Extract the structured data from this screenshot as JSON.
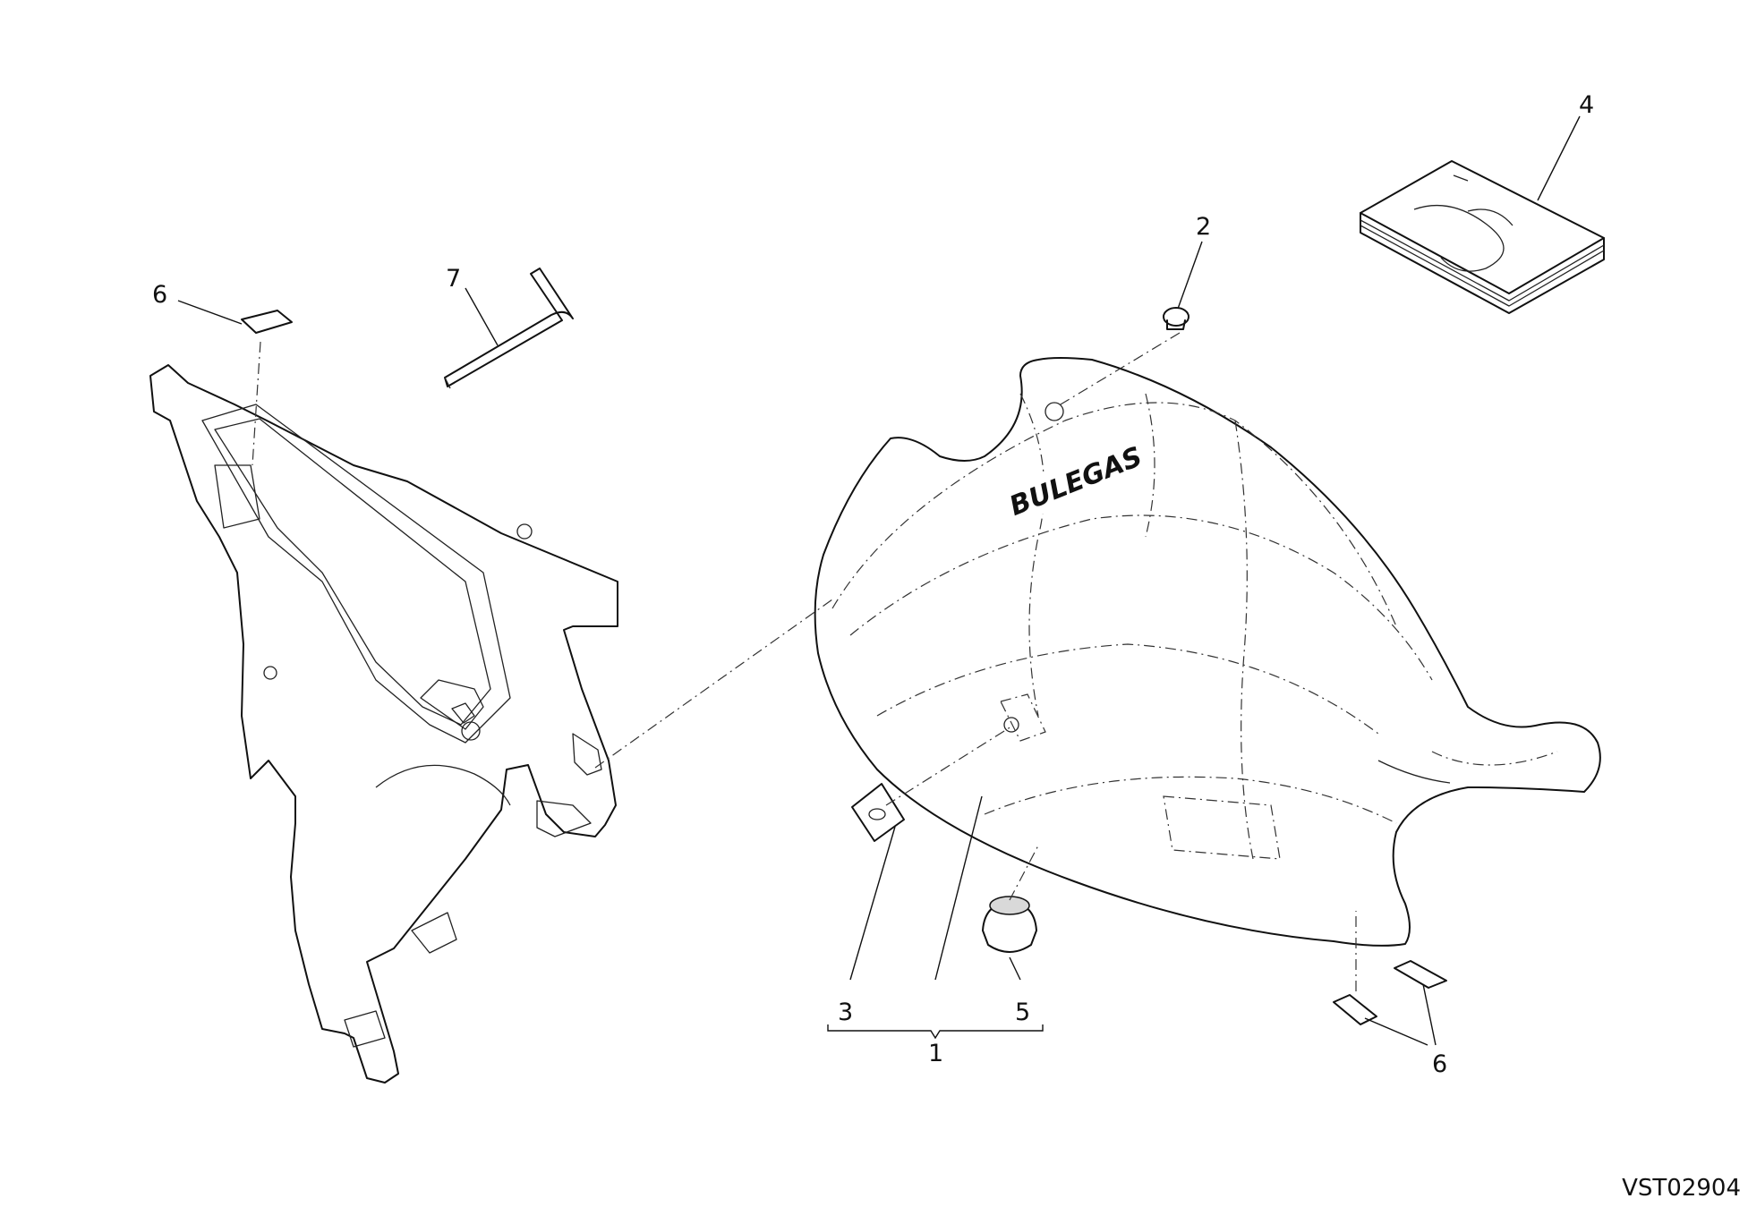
{
  "drawing_id": "VST02904",
  "seat_logo": "BULEGAS",
  "callouts": {
    "c1": "1",
    "c2": "2",
    "c3": "3",
    "c4": "4",
    "c5": "5",
    "c6a": "6",
    "c6b": "6",
    "c7": "7"
  }
}
